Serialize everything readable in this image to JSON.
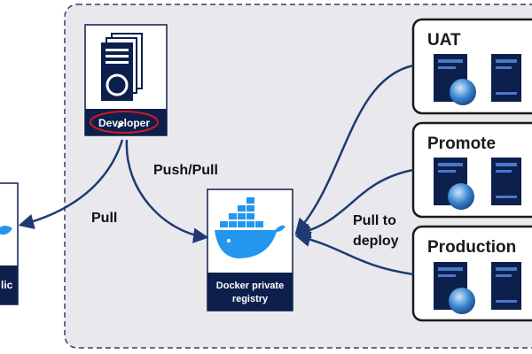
{
  "nodes": {
    "developer": {
      "label": "Developer"
    },
    "registry": {
      "label_line1": "Docker private",
      "label_line2": "registry"
    },
    "public": {
      "label_partial": "lic"
    }
  },
  "edges": {
    "push_pull": "Push/Pull",
    "pull": "Pull",
    "pull_to_deploy_line1": "Pull to",
    "pull_to_deploy_line2": "deploy"
  },
  "environments": [
    {
      "label": "UAT"
    },
    {
      "label": "Promote"
    },
    {
      "label": "Production"
    }
  ],
  "colors": {
    "navy": "#0d1f4d",
    "arrow": "#1f3a72",
    "panel_bg": "#e9e9ed",
    "docker_blue": "#2496ed",
    "highlight_red": "#d11a1a"
  }
}
